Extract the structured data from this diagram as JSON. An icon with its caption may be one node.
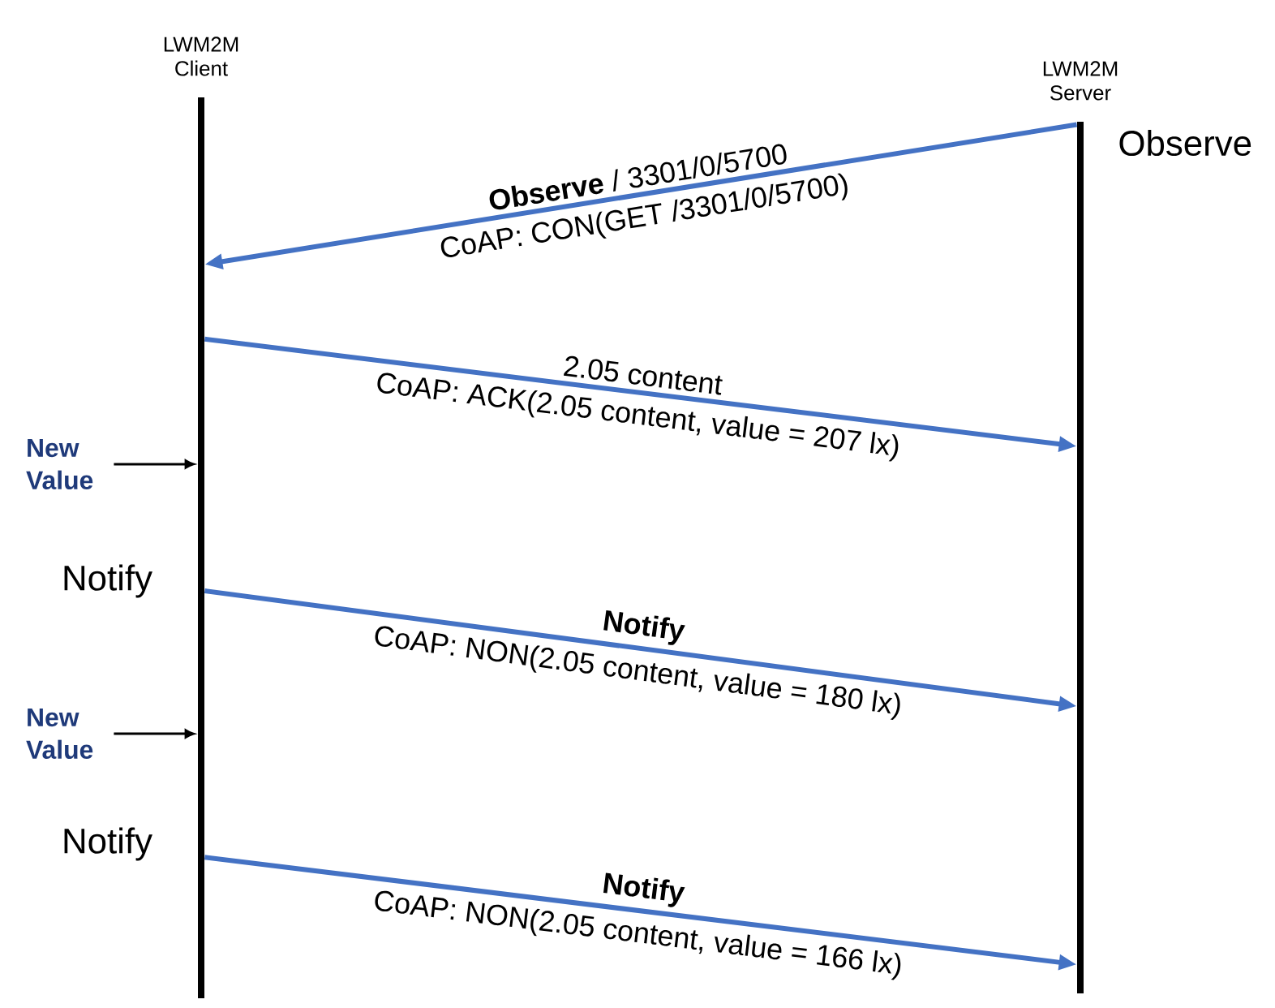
{
  "diagram": {
    "nodes": [
      {
        "text": [
          "LWM2M Client"
        ]
      },
      {
        "text": [
          "LWM2M Server"
        ]
      },
      {
        "text": [
          "New Value"
        ]
      },
      {
        "text": [
          "New Value"
        ]
      }
    ],
    "edges": [
      {
        "from": 1,
        "to": 0,
        "arrow": "to",
        "label": "**Observe** / 3301/0/5700"
      },
      {
        "from": 0,
        "to": 1,
        "arrow": "to",
        "label": "2.05 content"
      },
      {
        "from": 2,
        "to": 0,
        "arrow": "to",
        "color": "#000000"
      },
      {
        "from": 0,
        "to": 1,
        "arrow": "to",
        "label": "**Notify**"
      },
      {
        "from": 3,
        "to": 0,
        "arrow": "to",
        "color": "#000000"
      },
      {
        "from": 0,
        "to": 1,
        "arrow": "to",
        "label": "**Notify**"
      }
    ],
    "labels": [
      "Observe",
      "CoAP: CON(GET /3301/0/5700)",
      "CoAP: ACK(2.05 content, value = 207 lx)",
      "Notify",
      "CoAP: NON(2.05 content, value = 180 lx)",
      "Notify",
      "CoAP: NON(2.05 content, value = 166 lx)"
    ]
  }
}
